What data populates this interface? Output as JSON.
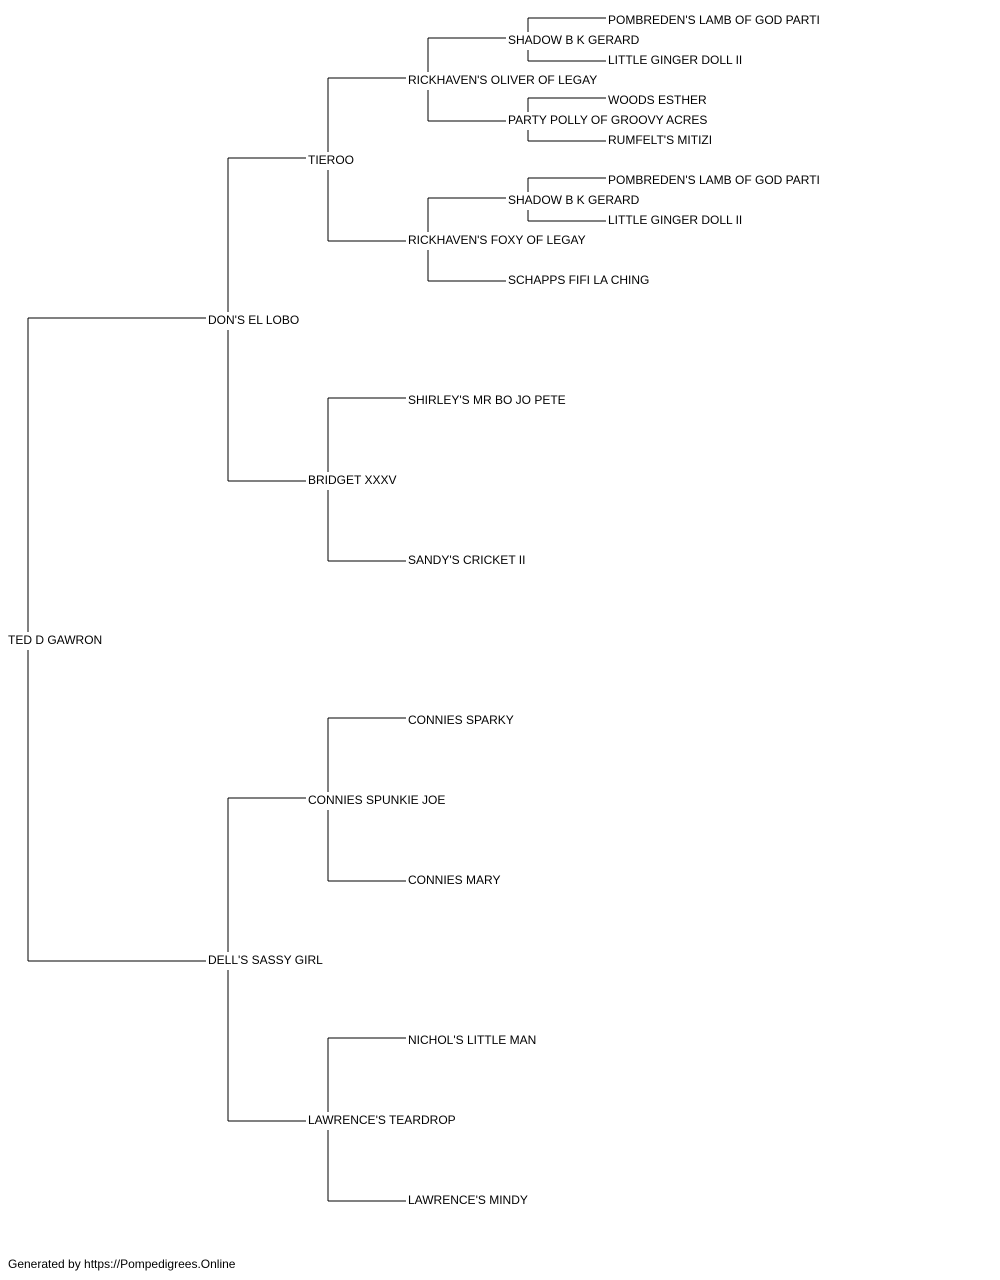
{
  "pedigree": {
    "name": "TED D GAWRON",
    "sire": {
      "name": "DON'S EL LOBO",
      "sire": {
        "name": "TIEROO",
        "sire": {
          "name": "RICKHAVEN'S OLIVER OF LEGAY",
          "sire": {
            "name": "SHADOW B K GERARD",
            "sire": {
              "name": "POMBREDEN'S LAMB OF GOD PARTI"
            },
            "dam": {
              "name": "LITTLE GINGER DOLL II"
            }
          },
          "dam": {
            "name": "PARTY POLLY OF GROOVY ACRES",
            "sire": {
              "name": "WOODS ESTHER"
            },
            "dam": {
              "name": "RUMFELT'S MITIZI"
            }
          }
        },
        "dam": {
          "name": "RICKHAVEN'S FOXY OF LEGAY",
          "sire": {
            "name": "SHADOW B K GERARD",
            "sire": {
              "name": "POMBREDEN'S LAMB OF GOD PARTI"
            },
            "dam": {
              "name": "LITTLE GINGER DOLL II"
            }
          },
          "dam": {
            "name": "SCHAPPS FIFI LA CHING"
          }
        }
      },
      "dam": {
        "name": "BRIDGET XXXV",
        "sire": {
          "name": "SHIRLEY'S MR BO JO PETE"
        },
        "dam": {
          "name": "SANDY'S CRICKET II"
        }
      }
    },
    "dam": {
      "name": "DELL'S SASSY GIRL",
      "sire": {
        "name": "CONNIES SPUNKIE JOE",
        "sire": {
          "name": "CONNIES SPARKY"
        },
        "dam": {
          "name": "CONNIES MARY"
        }
      },
      "dam": {
        "name": "LAWRENCE'S TEARDROP",
        "sire": {
          "name": "NICHOL'S LITTLE MAN"
        },
        "dam": {
          "name": "LAWRENCE'S MINDY"
        }
      }
    }
  },
  "footer": {
    "text": "Generated by https://Pompedigrees.Online"
  },
  "colors": {
    "line": "#000000",
    "text": "#000000",
    "background": "#ffffff"
  }
}
